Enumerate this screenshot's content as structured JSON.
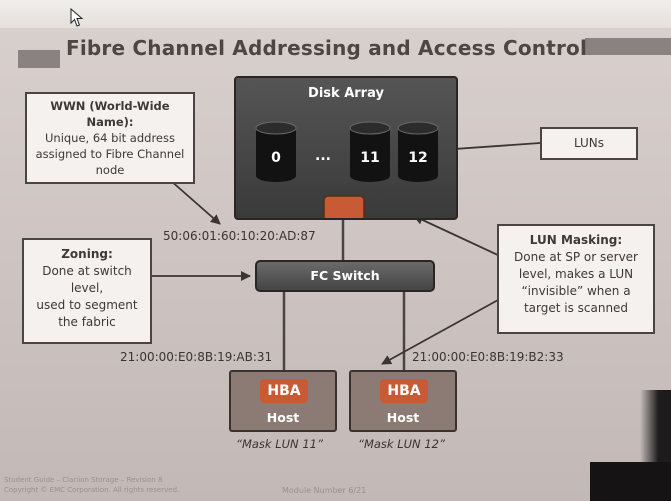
{
  "title": "Fibre Channel Addressing and Access Control",
  "wwn_box": {
    "heading": "WWN (World-Wide Name):",
    "lines": [
      "Unique, 64 bit address",
      "assigned to Fibre Channel",
      "node"
    ]
  },
  "zoning_box": {
    "heading": "Zoning:",
    "lines": [
      "Done at switch",
      "level,",
      "used to segment",
      "the fabric"
    ]
  },
  "lun_masking_box": {
    "heading": "LUN Masking:",
    "lines": [
      "Done at SP or server",
      "level, makes a LUN",
      "“invisible” when a",
      "target is scanned"
    ]
  },
  "luns_box": {
    "label": "LUNs"
  },
  "disk_array": {
    "title": "Disk Array",
    "disks": [
      "0",
      "11",
      "12"
    ],
    "ellipsis": "..."
  },
  "fc_switch": {
    "label": "FC Switch"
  },
  "array_port_wwn": "50:06:01:60:10:20:AD:87",
  "hosts": [
    {
      "hba": "HBA",
      "label": "Host",
      "wwn": "21:00:00:E0:8B:19:AB:31",
      "mask": "“Mask LUN 11”"
    },
    {
      "hba": "HBA",
      "label": "Host",
      "wwn": "21:00:00:E0:8B:19:B2:33",
      "mask": "“Mask LUN 12”"
    }
  ],
  "footer": {
    "left_line1": "Student Guide – Clariion Storage – Revision 8",
    "left_line2": "Copyright © EMC Corporation. All rights reserved.",
    "center": "Module Number 6/21"
  },
  "colors": {
    "accent": "#c85a36",
    "box_border": "#4a4442",
    "device_dark": "#3a3a3a",
    "host_fill": "#8b7b74"
  }
}
